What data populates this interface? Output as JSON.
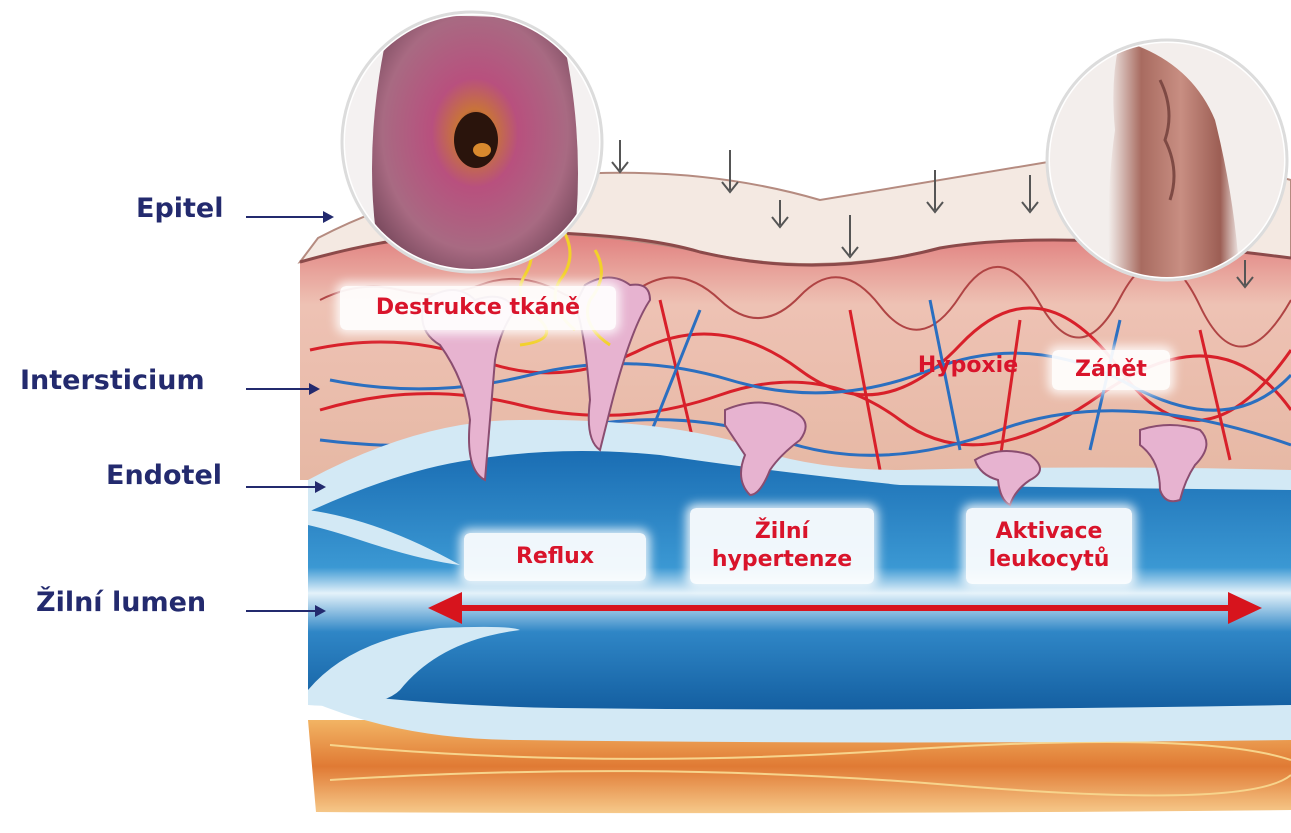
{
  "side_labels": {
    "epitel": "Epitel",
    "intersticium": "Intersticium",
    "endotel": "Endotel",
    "lumen": "Žilní lumen"
  },
  "callouts": {
    "destrukce": "Destrukce tkáně",
    "hypoxie": "Hypoxie",
    "zanet": "Zánět",
    "reflux": "Reflux",
    "hypertenze": "Žilní\nhypertenze",
    "aktivace": "Aktivace\nleukocytů"
  },
  "colors": {
    "label_navy": "#232a6e",
    "callout_red": "#d9142b",
    "lumen_blue": "#1f78bd",
    "endothelium": "#cfe6f3",
    "tissue_pink": "#e8b9a8",
    "epithelium": "#f4e9e2",
    "muscle_orange": "#e8954a"
  },
  "icons": [
    "ulcer-photo",
    "varicose-leg-photo",
    "leukocyte-icon",
    "bidirectional-arrow-icon"
  ]
}
